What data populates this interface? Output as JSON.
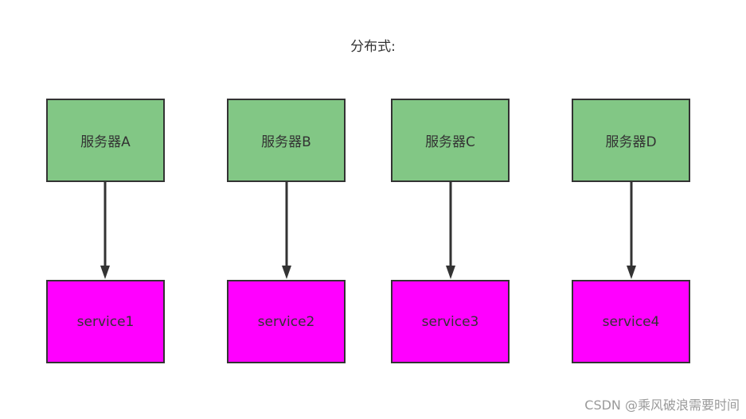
{
  "diagram": {
    "title": "分布式:",
    "servers": [
      "服务器A",
      "服务器B",
      "服务器C",
      "服务器D"
    ],
    "services": [
      "service1",
      "service2",
      "service3",
      "service4"
    ],
    "edges": [
      {
        "from": "服务器A",
        "to": "service1"
      },
      {
        "from": "服务器B",
        "to": "service2"
      },
      {
        "from": "服务器C",
        "to": "service3"
      },
      {
        "from": "服务器D",
        "to": "service4"
      }
    ]
  },
  "colors": {
    "server_fill": "#82c785",
    "service_fill": "#ff00ff",
    "stroke": "#333333"
  },
  "watermark": "CSDN @乘风破浪需要时间"
}
